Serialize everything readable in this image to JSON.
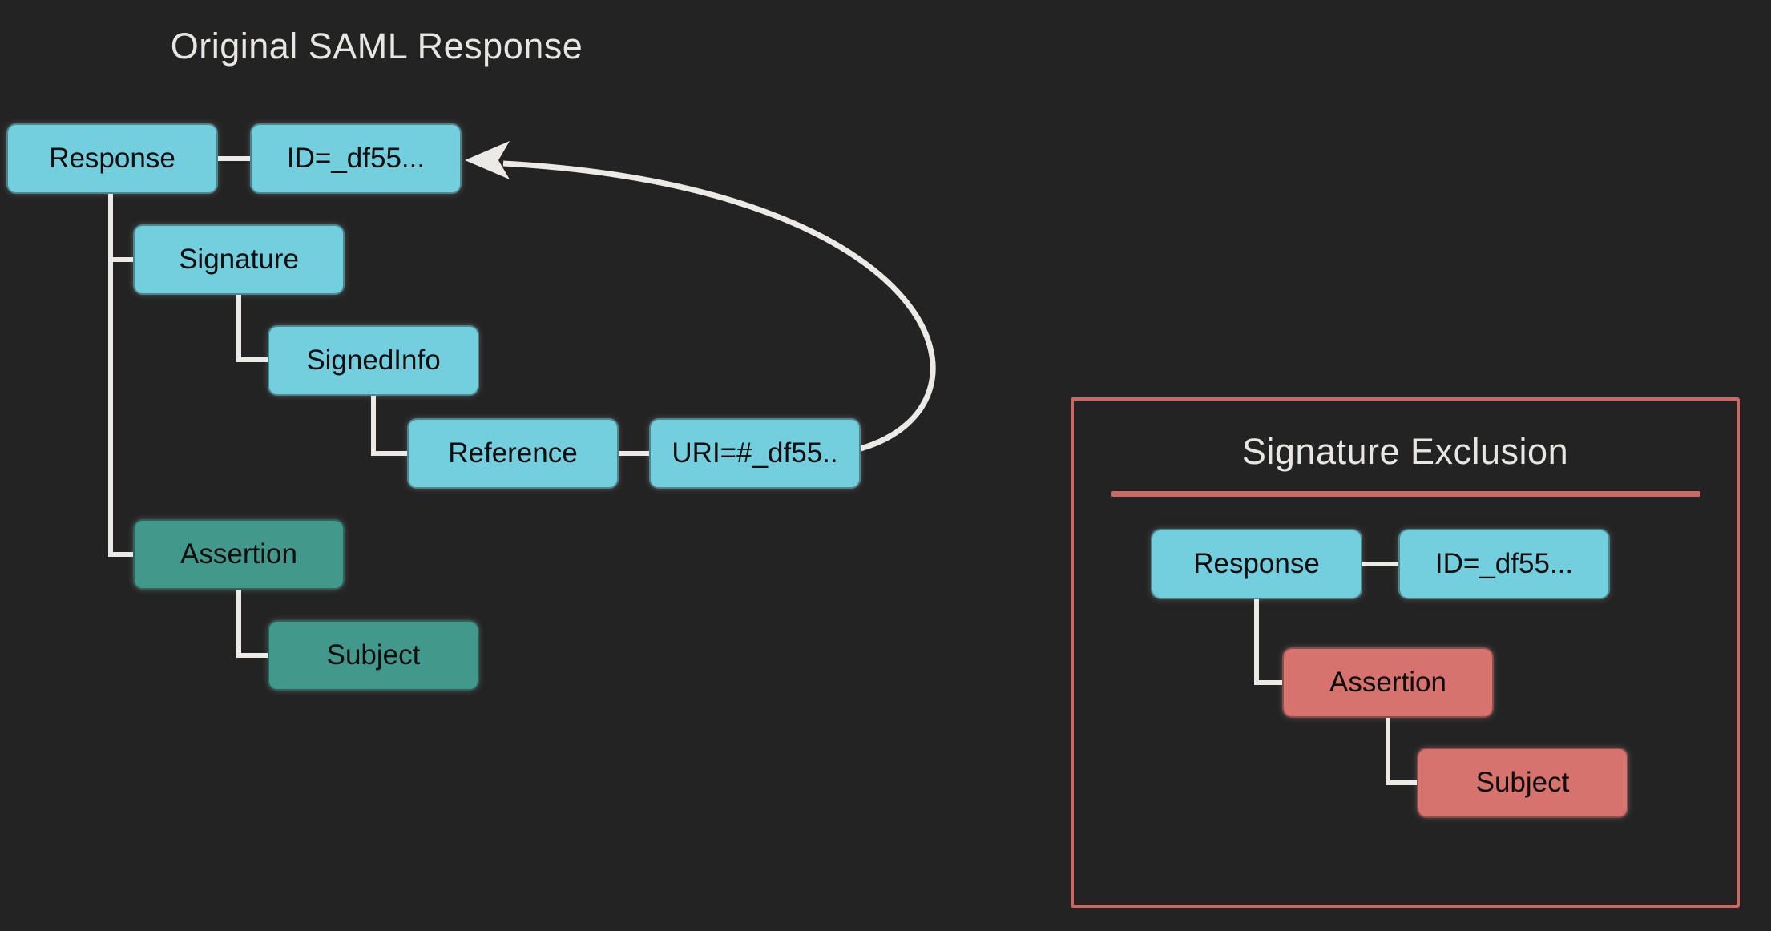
{
  "page": {
    "background": "#232323"
  },
  "colors": {
    "background": "#232323",
    "node_blue": "#73CEDE",
    "node_teal": "#42988B",
    "node_salmon": "#D6736E",
    "node_text": "#0d0d0d",
    "connector": "#ECEAE7",
    "panel_border": "#CB6A65",
    "title_text": "#E8E6E3"
  },
  "left_diagram": {
    "title": "Original SAML Response",
    "nodes": {
      "response": {
        "label": "Response",
        "color": "#73CEDE"
      },
      "id_attr": {
        "label": "ID=_df55...",
        "color": "#73CEDE"
      },
      "signature": {
        "label": "Signature",
        "color": "#73CEDE"
      },
      "signedinfo": {
        "label": "SignedInfo",
        "color": "#73CEDE"
      },
      "reference": {
        "label": "Reference",
        "color": "#73CEDE"
      },
      "uri_attr": {
        "label": "URI=#_df55..",
        "color": "#73CEDE"
      },
      "assertion": {
        "label": "Assertion",
        "color": "#42988B"
      },
      "subject": {
        "label": "Subject",
        "color": "#42988B"
      }
    },
    "arrow": {
      "meaning": "URI reference points back to Response ID",
      "from": "uri_attr",
      "to": "id_attr"
    }
  },
  "right_panel": {
    "title": "Signature Exclusion",
    "nodes": {
      "response": {
        "label": "Response",
        "color": "#73CEDE"
      },
      "id_attr": {
        "label": "ID=_df55...",
        "color": "#73CEDE"
      },
      "assertion": {
        "label": "Assertion",
        "color": "#D6736E"
      },
      "subject": {
        "label": "Subject",
        "color": "#D6736E"
      }
    }
  }
}
